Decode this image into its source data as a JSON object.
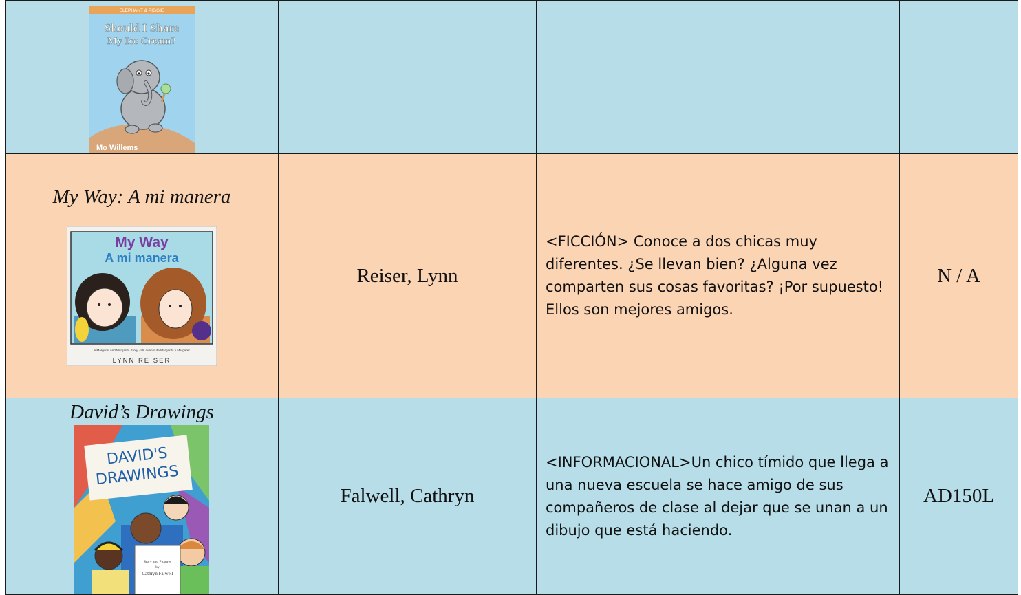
{
  "rows": [
    {
      "title": "",
      "cover": {
        "series_banner": "ELEPHANT & PIGGIE",
        "title_line1": "Should I Share",
        "title_line2": "My Ice Cream?",
        "author_credit": "Mo Willems"
      },
      "author": "",
      "summary": "",
      "level": ""
    },
    {
      "title": "My Way: A mi manera",
      "cover": {
        "title_line1": "My Way",
        "title_line2": "A mi manera",
        "subtitle": "A Margaret and Margarita Story · Un cuento de Margarita y Margaret",
        "author_credit": "LYNN REISER"
      },
      "author": "Reiser, Lynn",
      "summary": "<FICCIÓN> Conoce a dos chicas muy diferentes. ¿Se llevan bien? ¿Alguna vez comparten sus cosas favoritas? ¡Por supuesto! Ellos son mejores amigos.",
      "level": "N / A"
    },
    {
      "title": "David’s Drawings",
      "cover": {
        "title_line1": "DAVID'S",
        "title_line2": "DRAWINGS",
        "credit_line1": "Story and Pictures",
        "credit_line2": "by",
        "author_credit": "Cathryn Falwell"
      },
      "author": "Falwell, Cathryn",
      "summary": "<INFORMACIONAL>Un chico tímido que llega a una nueva escuela se hace amigo de sus compañeros de clase al dejar que se unan a un dibujo que está haciendo.",
      "level": "AD150L"
    }
  ],
  "colors": {
    "row_blue": "#b6dde8",
    "row_peach": "#fbd4b4",
    "border": "#1a1a1a"
  }
}
